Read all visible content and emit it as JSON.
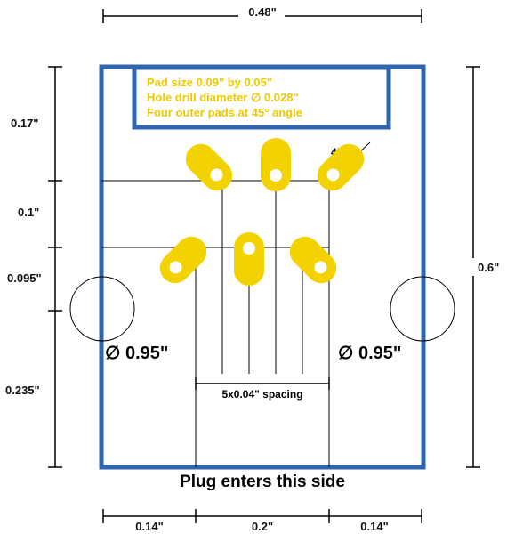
{
  "colors": {
    "board_outline": "#2f66ad",
    "pad_fill": "#f2d200",
    "note_text": "#eec900",
    "line": "#000000"
  },
  "notes": {
    "line1": "Pad size 0.09\" by 0.05\"",
    "line2": "Hole drill diameter ∅ 0.028\"",
    "line3": "Four outer pads at 45° angle"
  },
  "dimensions": {
    "top_width": "0.48\"",
    "right_height": "0.6\"",
    "left": [
      "0.17\"",
      "0.1\"",
      "0.095\"",
      "0.235\""
    ],
    "bottom": [
      "0.14\"",
      "0.2\"",
      "0.14\""
    ],
    "spacing": "5x0.04\" spacing",
    "angle": "45°"
  },
  "mount_holes": {
    "left_label": "∅ 0.95\"",
    "right_label": "∅ 0.95\""
  },
  "caption": "Plug enters this side"
}
